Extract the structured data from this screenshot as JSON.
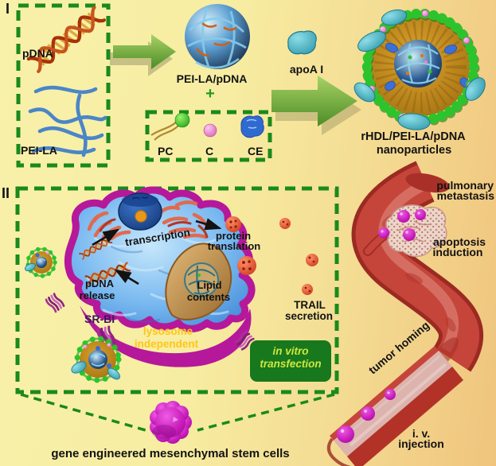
{
  "figure": {
    "panel1": {
      "label": "I",
      "pdna": "pDNA",
      "peila": "PEI-LA",
      "complex": "PEI-LA/pDNA",
      "plus": "+",
      "legend_pc": "PC",
      "legend_c": "C",
      "legend_ce": "CE",
      "apoa": "apoA I",
      "product1": "rHDL/PEI-LA/pDNA",
      "product2": "nanoparticles"
    },
    "panel2": {
      "label": "II",
      "transcription": "transcription",
      "protein1": "protein",
      "protein2": "translation",
      "pdna1": "pDNA",
      "pdna2": "release",
      "lipid1": "Lipid",
      "lipid2": "contents",
      "srbi": "SR-BI",
      "lyso1": "lysosome",
      "lyso2": "independent",
      "trail1": "TRAIL",
      "trail2": "secretion",
      "invitro1": "in vitro",
      "invitro2": "transfection"
    },
    "invivo": {
      "pulmonary1": "pulmonary",
      "pulmonary2": "metastasis",
      "apoptosis1": "apoptosis",
      "apoptosis2": "induction",
      "tumor_homing": "tumor homing",
      "iv1": "i. v.",
      "iv2": "injection"
    },
    "caption": "gene engineered mesenchymal stem cells",
    "colors": {
      "background_left": "#f8f1aa",
      "background_right": "#f0c47d",
      "dashed_green": "#1a8a1c",
      "arrow_green": "#4c8c26",
      "membrane_magenta": "#b5189a",
      "cytoplasm_blue": "#57a3e4",
      "vessel_red": "#c5453a",
      "stemcell_magenta": "#c519b8",
      "trail_red": "#d8442a",
      "invitro_box_green": "#17781d",
      "invitro_text": "#cfe73d",
      "lysosome_text": "#ffc616",
      "srbi_text": "#3c1762"
    }
  }
}
